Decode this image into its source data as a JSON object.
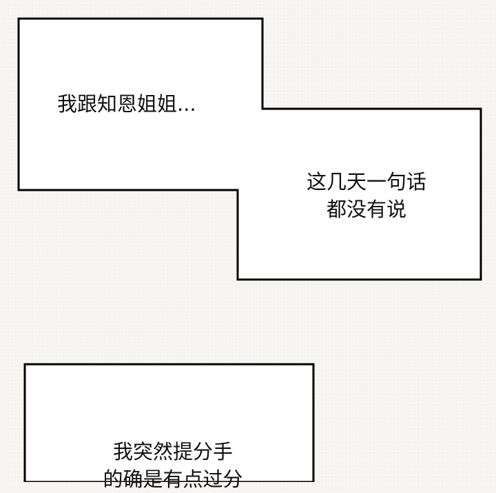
{
  "comic": {
    "captions": [
      {
        "id": "caption-1",
        "text": "我跟知恩姐姐..."
      },
      {
        "id": "caption-2",
        "lines": [
          "这几天一句话",
          "都没有说"
        ]
      },
      {
        "id": "caption-3",
        "lines": [
          "我突然提分手",
          "的确是有点过分"
        ]
      }
    ],
    "colors": {
      "background": "#f8f6f2",
      "box_fill": "#ffffff",
      "box_border": "#000000",
      "text": "#111111"
    }
  }
}
